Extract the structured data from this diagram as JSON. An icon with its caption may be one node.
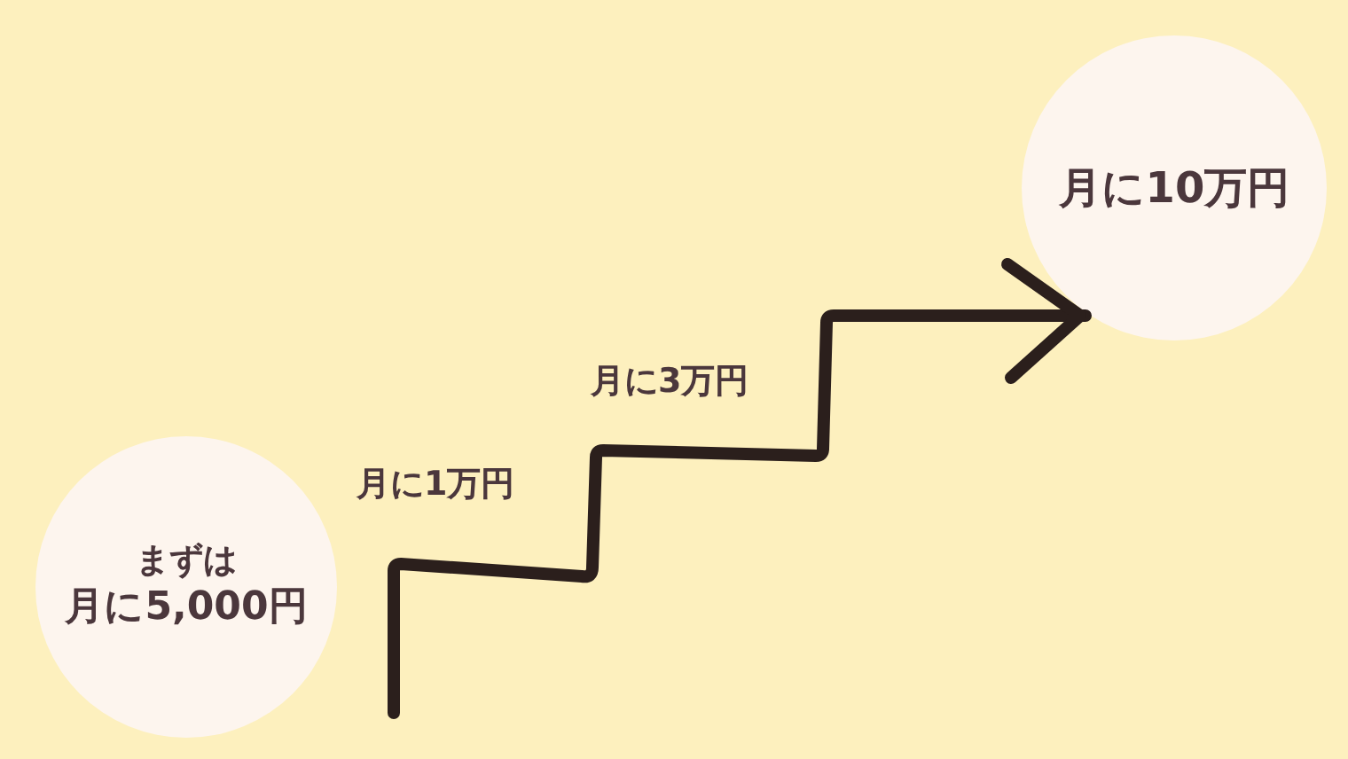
{
  "diagram": {
    "nodes": [
      {
        "text": [
          "まずは",
          "月に5,000円"
        ]
      },
      {
        "text": [
          "月に10万円"
        ]
      }
    ],
    "edges": [
      {
        "from": null,
        "to": 1,
        "arrow": "to"
      }
    ],
    "labels": [
      "月に1万円",
      "月に3万円"
    ]
  }
}
